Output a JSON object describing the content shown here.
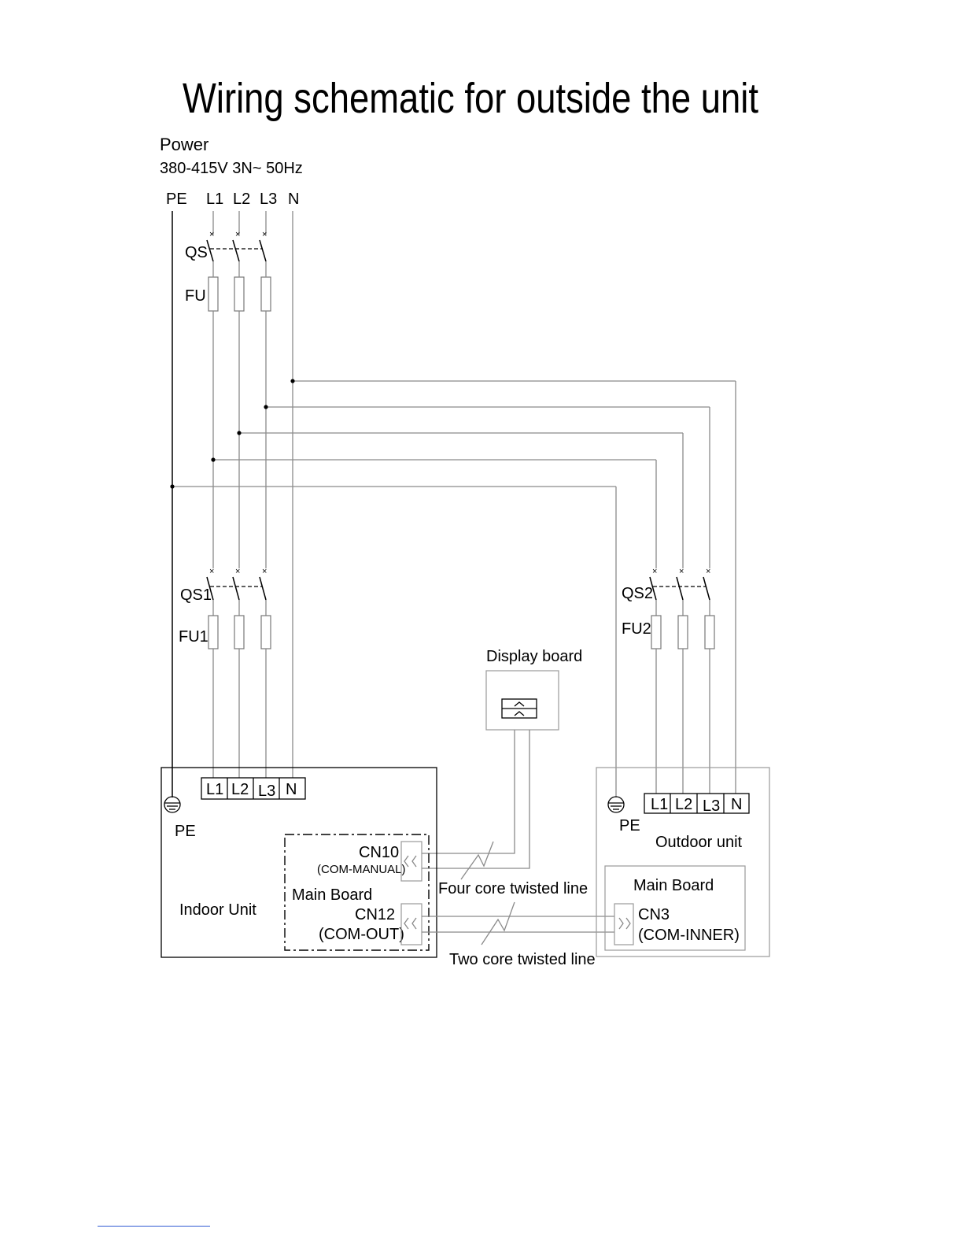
{
  "title": "Wiring schematic for outside the unit",
  "power": {
    "label": "Power",
    "spec": "380-415V 3N~ 50Hz",
    "terminals": [
      "PE",
      "L1",
      "L2",
      "L3",
      "N"
    ]
  },
  "main_switch": {
    "switch": "QS",
    "fuse": "FU"
  },
  "indoor_branch": {
    "switch": "QS1",
    "fuse": "FU1"
  },
  "outdoor_branch": {
    "switch": "QS2",
    "fuse": "FU2"
  },
  "display_board": {
    "label": "Display board"
  },
  "indoor_unit": {
    "label": "Indoor   Unit",
    "pe": "PE",
    "terminals": [
      "L1",
      "L2",
      "L3",
      "N"
    ],
    "main_board": "Main Board",
    "cn10": "CN10",
    "cn10_sub": "(COM-MANUAL)",
    "cn12": "CN12",
    "cn12_sub": "(COM-OUT)"
  },
  "outdoor_unit": {
    "label": "Outdoor unit",
    "pe": "PE",
    "terminals": [
      "L1",
      "L2",
      "L3",
      "N"
    ],
    "main_board": "Main Board",
    "cn3": "CN3",
    "cn3_sub": "(COM-INNER)"
  },
  "cables": {
    "four_core": "Four core twisted line",
    "two_core": "Two core twisted line"
  }
}
